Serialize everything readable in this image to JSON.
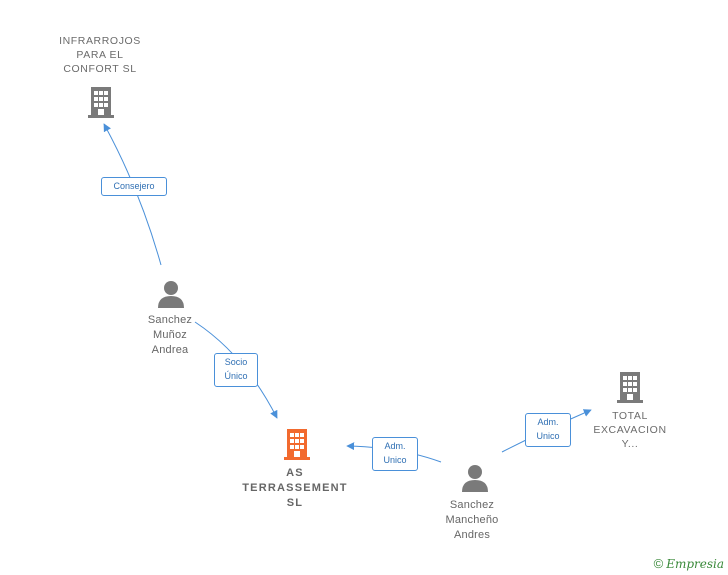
{
  "nodes": {
    "infrarrojos": {
      "label": "INFRARROJOS\nPARA EL\nCONFORT  SL",
      "kind": "company",
      "color": "#7a7a7a"
    },
    "sanchez_munoz": {
      "label": "Sanchez\nMuñoz\nAndrea",
      "kind": "person",
      "color": "#7a7a7a"
    },
    "as_terrassement": {
      "label": "AS\nTERRASSEMENT\nSL",
      "kind": "company",
      "color": "#f26a2e"
    },
    "sanchez_mancheno": {
      "label": "Sanchez\nMancheño\nAndres",
      "kind": "person",
      "color": "#7a7a7a"
    },
    "total_excavacion": {
      "label": "TOTAL\nEXCAVACION\nY...",
      "kind": "company",
      "color": "#7a7a7a"
    }
  },
  "edges": {
    "consejero": {
      "label": "Consejero",
      "from": "Sanchez Muñoz Andrea",
      "to": "INFRARROJOS PARA EL CONFORT SL"
    },
    "socio_unico": {
      "label": "Socio\nÚnico",
      "from": "Sanchez Muñoz Andrea",
      "to": "AS TERRASSEMENT SL"
    },
    "adm_unico_as": {
      "label": "Adm.\nUnico",
      "from": "Sanchez Mancheño Andres",
      "to": "AS TERRASSEMENT SL"
    },
    "adm_unico_total": {
      "label": "Adm.\nUnico",
      "from": "Sanchez Mancheño Andres",
      "to": "TOTAL EXCAVACION Y..."
    }
  },
  "colors": {
    "edge": "#4a90d9",
    "edge_label_text": "#2f6fb3",
    "brand": "#3a8a3a"
  },
  "brand": {
    "copyright": "©",
    "name": "Empresia"
  }
}
